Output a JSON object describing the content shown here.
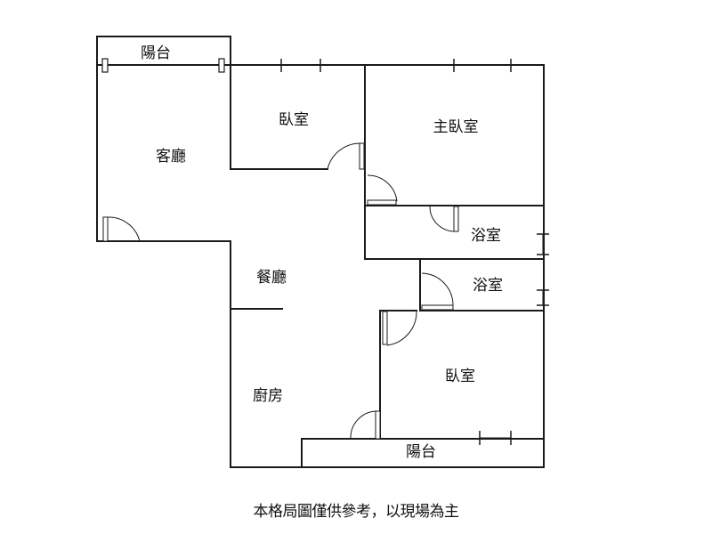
{
  "rooms": {
    "balcony_top": "陽台",
    "living_room": "客廳",
    "bedroom_1": "臥室",
    "master_bedroom": "主臥室",
    "bathroom_1": "浴室",
    "bathroom_2": "浴室",
    "dining_room": "餐廳",
    "kitchen": "廚房",
    "bedroom_2": "臥室",
    "balcony_bottom": "陽台"
  },
  "disclaimer": "本格局圖僅供參考，以現場為主"
}
